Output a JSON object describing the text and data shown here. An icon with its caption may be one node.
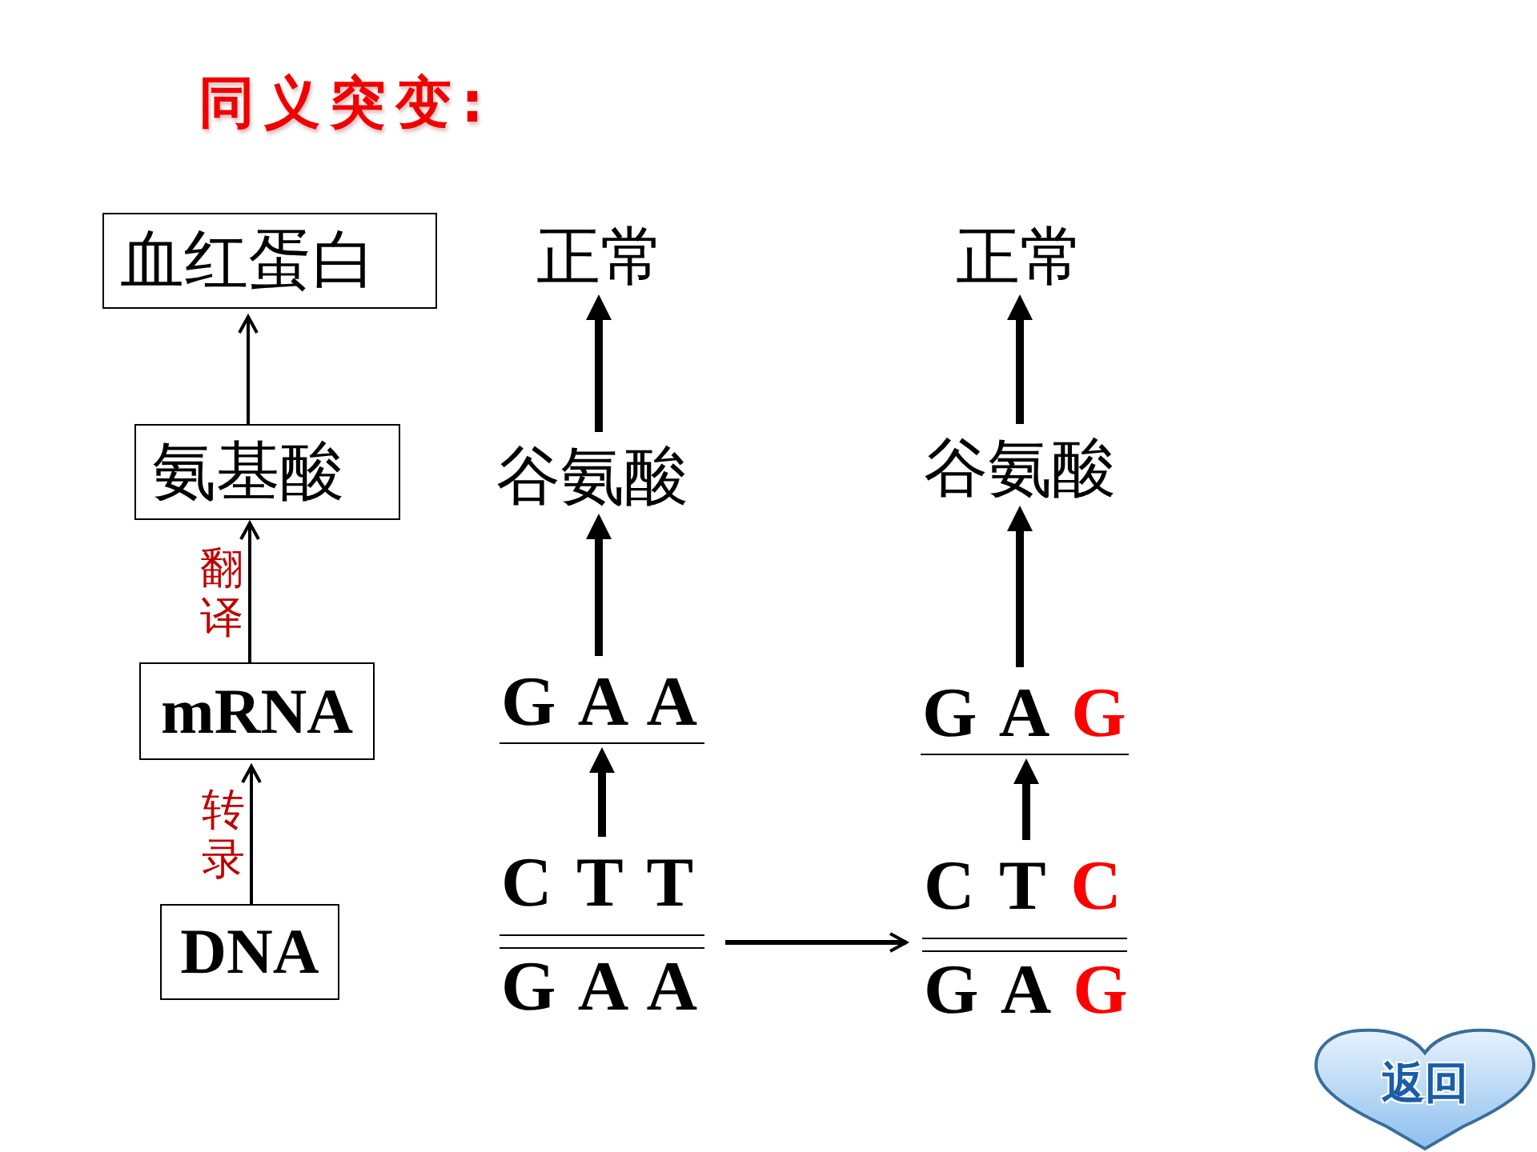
{
  "diagram": {
    "title": "同义突变:",
    "nodes": [
      {
        "text": [
          "血红蛋白"
        ]
      },
      {
        "text": [
          "氨基酸"
        ]
      },
      {
        "text": [
          "mRNA"
        ]
      },
      {
        "text": [
          "DNA"
        ]
      },
      {
        "text": [
          "正常"
        ]
      },
      {
        "text": [
          "谷氨酸"
        ]
      },
      {
        "text": [
          "G A A"
        ]
      },
      {
        "text": [
          "C T T",
          "G A A"
        ]
      },
      {
        "text": [
          "正常"
        ]
      },
      {
        "text": [
          "谷氨酸"
        ]
      },
      {
        "text": [
          "G A G"
        ]
      },
      {
        "text": [
          "C T C",
          "G A G"
        ]
      },
      {
        "text": [
          "返回"
        ]
      }
    ],
    "edges": [
      {
        "from": 1,
        "to": 0,
        "arrow": "to"
      },
      {
        "from": 2,
        "to": 1,
        "arrow": "to",
        "label": "翻译"
      },
      {
        "from": 3,
        "to": 2,
        "arrow": "to",
        "label": "转录"
      },
      {
        "from": 5,
        "to": 4,
        "arrow": "to"
      },
      {
        "from": 6,
        "to": 5,
        "arrow": "to"
      },
      {
        "from": 7,
        "to": 6,
        "arrow": "to"
      },
      {
        "from": 7,
        "to": 11,
        "arrow": "to"
      },
      {
        "from": 9,
        "to": 8,
        "arrow": "to"
      },
      {
        "from": 10,
        "to": 9,
        "arrow": "to"
      },
      {
        "from": 11,
        "to": 10,
        "arrow": "to"
      }
    ]
  }
}
